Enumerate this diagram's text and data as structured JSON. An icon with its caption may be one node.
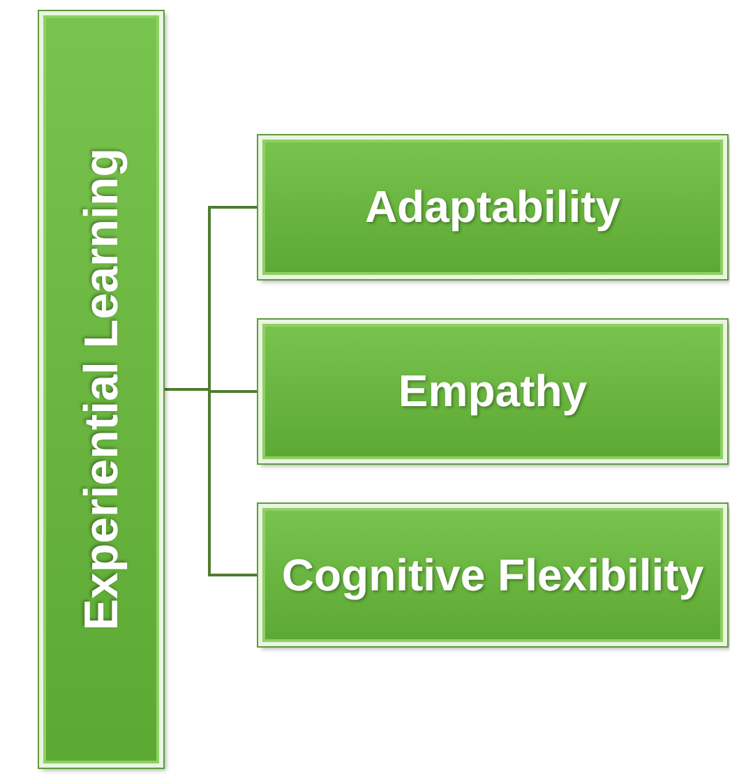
{
  "diagram": {
    "nodes": [
      {
        "text": [
          "Experiential Learning"
        ]
      },
      {
        "text": [
          "Adaptability"
        ]
      },
      {
        "text": [
          "Empathy"
        ]
      },
      {
        "text": [
          "Cognitive Flexibility"
        ]
      }
    ],
    "edges": [
      {
        "from": 0,
        "to": 1,
        "arrow": "none"
      },
      {
        "from": 0,
        "to": 2,
        "arrow": "none"
      },
      {
        "from": 0,
        "to": 3,
        "arrow": "none"
      }
    ]
  }
}
